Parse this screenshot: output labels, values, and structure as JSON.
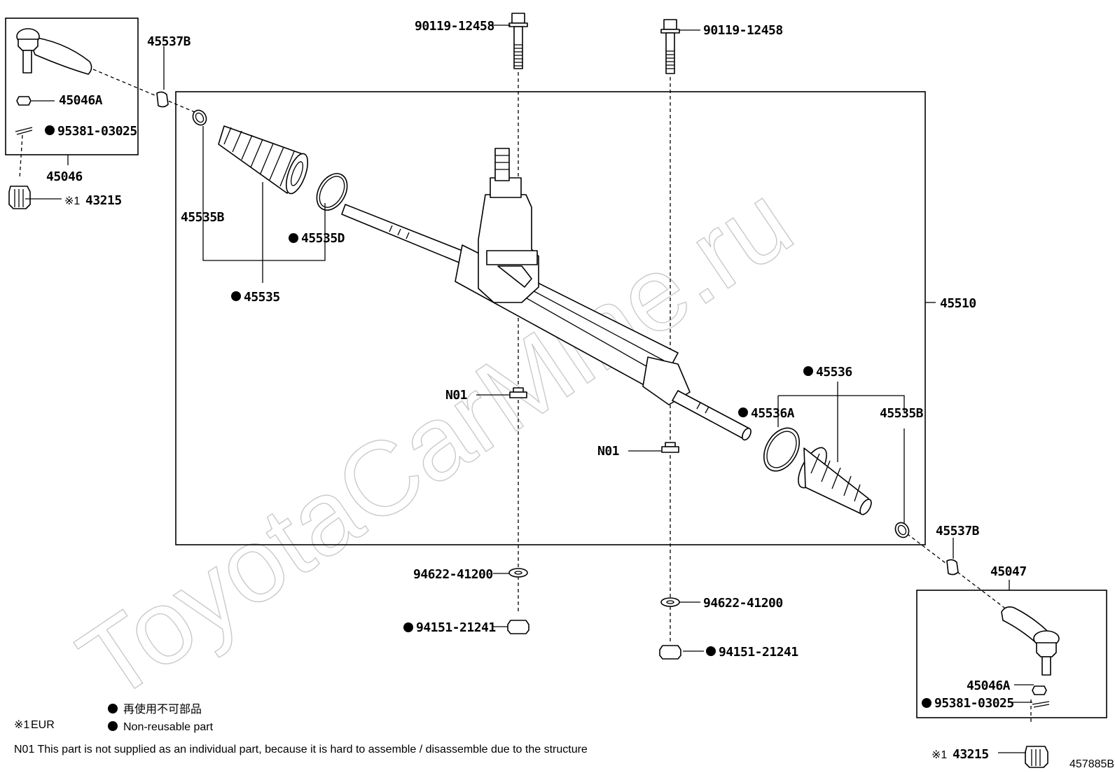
{
  "labels": {
    "bolt_left": "90119-12458",
    "bolt_right": "90119-12458",
    "tie_rod_end_left_set": "45046",
    "nut_left": "45046A",
    "cotter_pin_left": "95381-03025",
    "boot_cap_left": "43215",
    "boot_cap_left_prefix": "※1",
    "clip_left": "45537B",
    "boot_clamp_left": "45535B",
    "boot_clamp_d_left": "45535D",
    "boot_left": "45535",
    "gear_assembly": "45510",
    "nut_insert_left": "N01",
    "nut_insert_right": "N01",
    "boot_right": "45536",
    "boot_clamp_right": "45536A",
    "boot_clamp_b_right": "45535B",
    "clip_right": "45537B",
    "tie_rod_end_right_set": "45047",
    "nut_right": "45046A",
    "cotter_pin_right": "95381-03025",
    "boot_cap_right": "43215",
    "boot_cap_right_prefix": "※1",
    "washer_left": "94622-41200",
    "washer_right": "94622-41200",
    "nut_left_bottom": "94151-21241",
    "nut_right_bottom": "94151-21241"
  },
  "legend": {
    "marker_ref": "※1",
    "marker_meaning": "EUR",
    "nonreusable_jp": "再使用不可部品",
    "nonreusable_en": "Non-reusable part",
    "n01_note": "N01 This part is not supplied as an individual part, because it is hard to assemble / disassemble due to the structure"
  },
  "diagram_code": "457885B",
  "watermark": "ToyotaCarMine.ru",
  "colors": {
    "line": "#000000",
    "watermark": "#c9c9c9",
    "background": "#ffffff"
  }
}
